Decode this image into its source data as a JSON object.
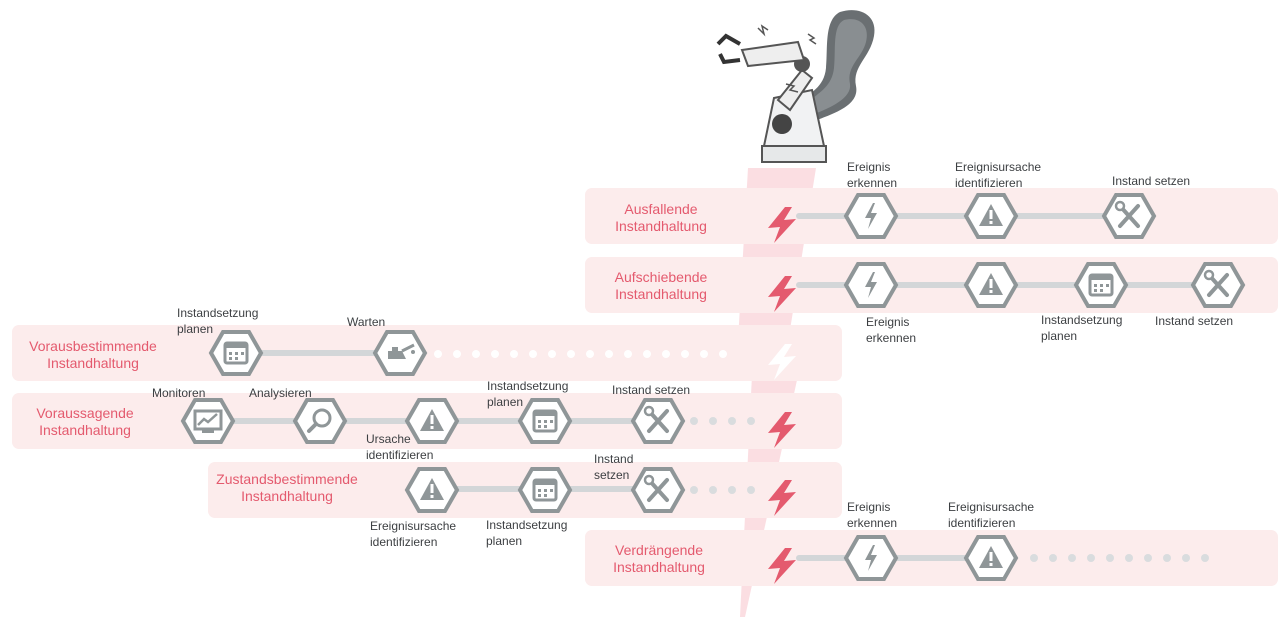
{
  "rows": {
    "ausfallende": {
      "label_line1": "Ausfallende",
      "label_line2": "Instandhaltung"
    },
    "aufschiebende": {
      "label_line1": "Aufschiebende",
      "label_line2": "Instandhaltung"
    },
    "vorausbestimmende": {
      "label_line1": "Vorausbestimmende",
      "label_line2": "Instandhaltung"
    },
    "voraussagende": {
      "label_line1": "Voraussagende",
      "label_line2": "Instandhaltung"
    },
    "zustandsbestimmende": {
      "label_line1": "Zustandsbestimmende",
      "label_line2": "Instandhaltung"
    },
    "verdraengende": {
      "label_line1": "Verdrängende",
      "label_line2": "Instandhaltung"
    }
  },
  "steps": {
    "ereignis_erkennen": {
      "line1": "Ereignis",
      "line2": "erkennen"
    },
    "ereignisursache_identifizieren": {
      "line1": "Ereignisursache",
      "line2": "identifizieren"
    },
    "instand_setzen": {
      "text": "Instand setzen"
    },
    "instandsetzung_planen": {
      "line1": "Instandsetzung",
      "line2": "planen"
    },
    "warten": {
      "text": "Warten"
    },
    "monitoren": {
      "text": "Monitoren"
    },
    "analysieren": {
      "text": "Analysieren"
    },
    "ursache_identifizieren": {
      "line1": "Ursache",
      "line2": "identifizieren"
    },
    "instand_setzen_split": {
      "line1": "Instand",
      "line2": "setzen"
    }
  },
  "icons": [
    "lightning-icon",
    "warning-icon",
    "tools-icon",
    "calendar-icon",
    "oilcan-icon",
    "chart-monitor-icon",
    "magnifier-icon",
    "robot-arm-illustration"
  ],
  "colors": {
    "accent": "#e45a6e",
    "band": "#fcecec",
    "hex_stroke": "#8f9698",
    "line": "#d3d6d8"
  }
}
